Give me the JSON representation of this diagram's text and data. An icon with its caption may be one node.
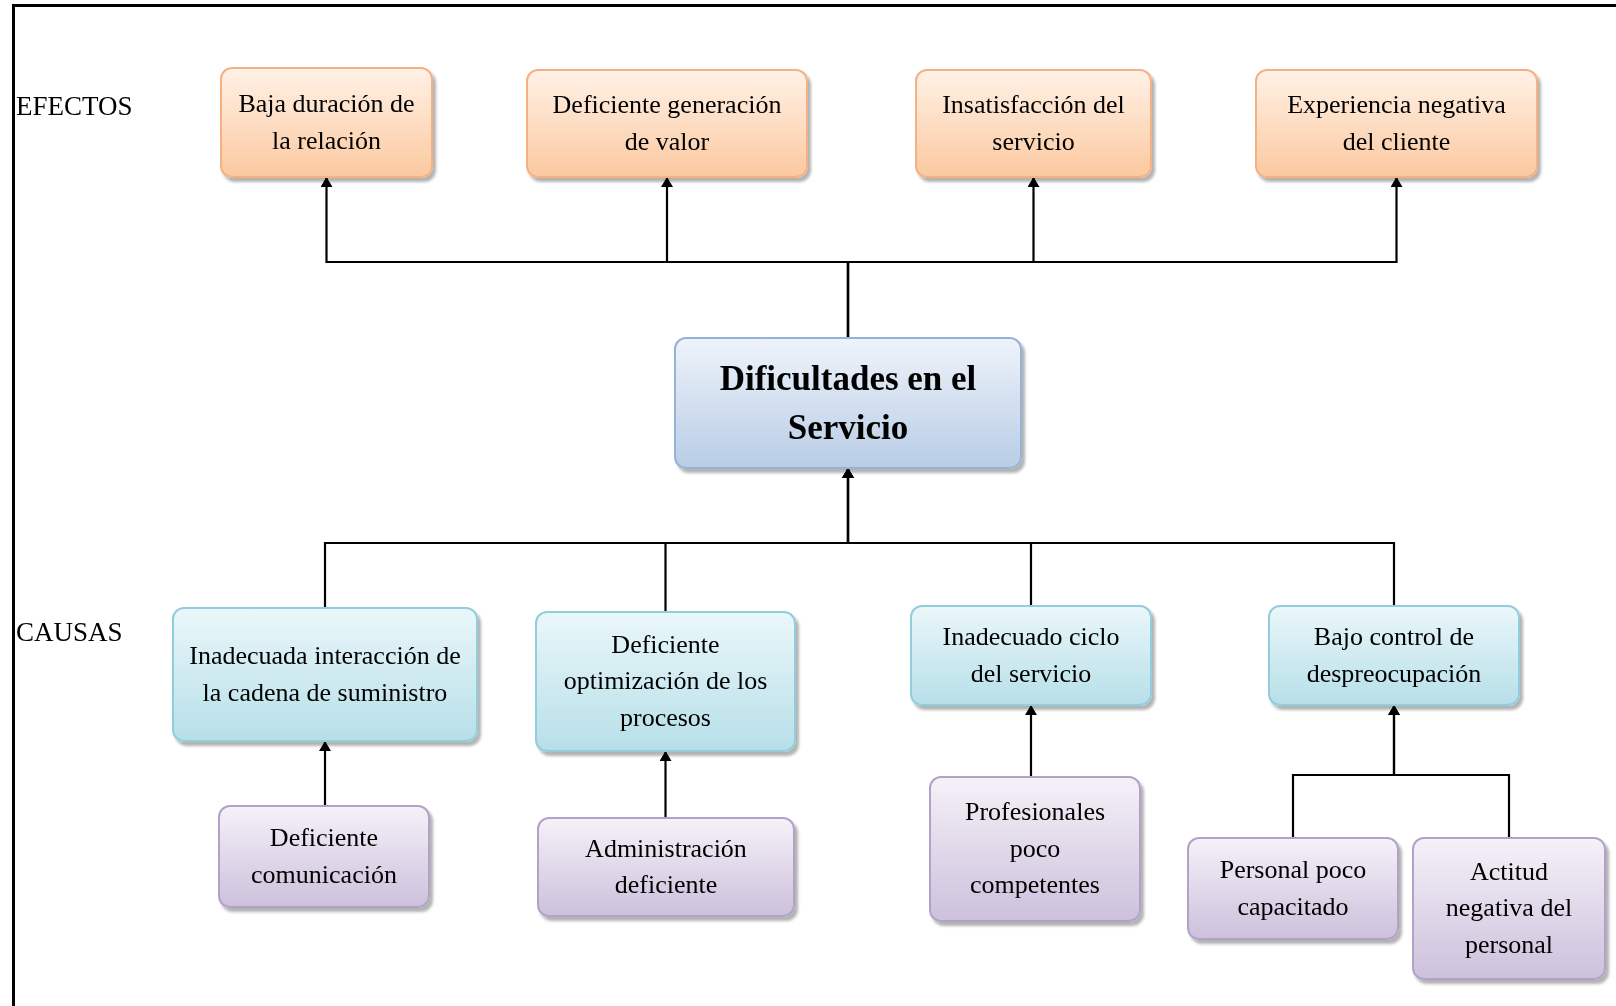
{
  "diagram": {
    "nodes": [
      {
        "text": [
          "Baja duración de la relación"
        ]
      },
      {
        "text": [
          "Deficiente generación de valor"
        ]
      },
      {
        "text": [
          "Insatisfacción del servicio"
        ]
      },
      {
        "text": [
          "Experiencia negativa del cliente"
        ]
      },
      {
        "text": [
          "Dificultades en el Servicio"
        ]
      },
      {
        "text": [
          "Inadecuada interacción de la cadena de suministro"
        ]
      },
      {
        "text": [
          "Deficiente optimización de los procesos"
        ]
      },
      {
        "text": [
          "Inadecuado ciclo del servicio"
        ]
      },
      {
        "text": [
          "Bajo control de despreocupación"
        ]
      },
      {
        "text": [
          "Deficiente comunicación"
        ]
      },
      {
        "text": [
          "Administración deficiente"
        ]
      },
      {
        "text": [
          "Profesionales poco competentes"
        ]
      },
      {
        "text": [
          "Personal poco capacitado"
        ]
      },
      {
        "text": [
          "Actitud negativa del personal"
        ]
      }
    ],
    "edges": [
      {
        "from": 4,
        "to": 0,
        "arrow": "to"
      },
      {
        "from": 4,
        "to": 1,
        "arrow": "to"
      },
      {
        "from": 4,
        "to": 2,
        "arrow": "to"
      },
      {
        "from": 4,
        "to": 3,
        "arrow": "to"
      },
      {
        "from": 5,
        "to": 4,
        "arrow": "to"
      },
      {
        "from": 6,
        "to": 4,
        "arrow": "to"
      },
      {
        "from": 7,
        "to": 4,
        "arrow": "to"
      },
      {
        "from": 8,
        "to": 4,
        "arrow": "to"
      },
      {
        "from": 9,
        "to": 5,
        "arrow": "to"
      },
      {
        "from": 10,
        "to": 6,
        "arrow": "to"
      },
      {
        "from": 11,
        "to": 7,
        "arrow": "to"
      },
      {
        "from": 12,
        "to": 8,
        "arrow": "to"
      },
      {
        "from": 13,
        "to": 8,
        "arrow": "to"
      }
    ],
    "labels": [
      "EFECTOS",
      "CAUSAS"
    ]
  }
}
